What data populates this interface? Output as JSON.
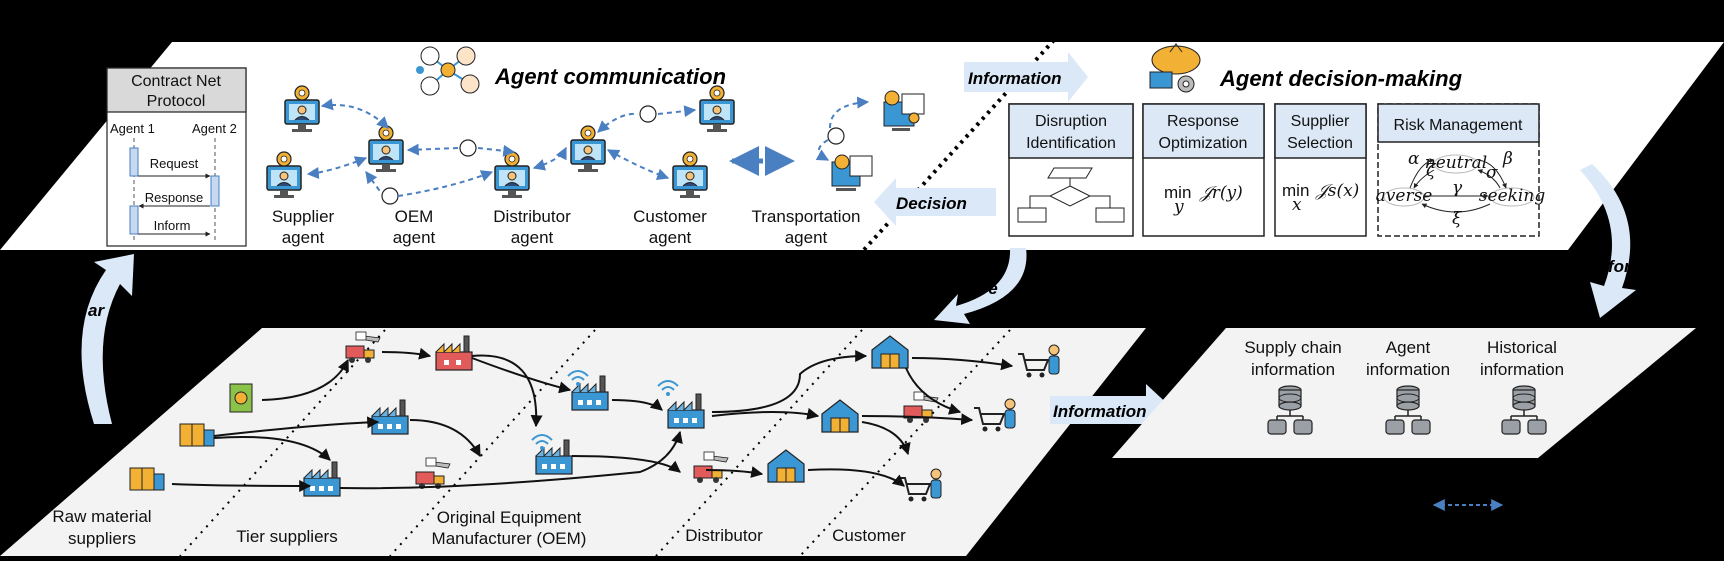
{
  "top_layer": {
    "contract_net": {
      "title_line1": "Contract Net",
      "title_line2": "Protocol",
      "agent1": "Agent 1",
      "agent2": "Agent 2",
      "messages": [
        "Request",
        "Response",
        "Inform"
      ]
    },
    "communication_title": "Agent communication",
    "decision_title": "Agent decision-making",
    "agents": [
      {
        "line1": "Supplier",
        "line2": "agent"
      },
      {
        "line1": "OEM",
        "line2": "agent"
      },
      {
        "line1": "Distributor",
        "line2": "agent"
      },
      {
        "line1": "Customer",
        "line2": "agent"
      },
      {
        "line1": "Transportation",
        "line2": "agent"
      }
    ],
    "info_arrow_label": "Information",
    "decision_arrow_label": "Decision",
    "modules": [
      {
        "line1": "Disruption",
        "line2": "Identification"
      },
      {
        "line1": "Response",
        "line2": "Optimization",
        "formula_min": "min",
        "formula_sub": "y",
        "formula_body": "𝒥r(y)"
      },
      {
        "line1": "Supplier",
        "line2": "Selection",
        "formula_min": "min",
        "formula_sub": "x",
        "formula_body": "𝒥s(x)"
      },
      {
        "line1": "Risk Management",
        "states": [
          "neutral",
          "averse",
          "seeking"
        ],
        "greek": [
          "α",
          "β",
          "ζ",
          "σ",
          "γ",
          "ξ"
        ]
      }
    ]
  },
  "bottom_layer": {
    "tiers": [
      {
        "line1": "Raw material",
        "line2": "suppliers"
      },
      {
        "line1": "Tier suppliers",
        "line2": ""
      },
      {
        "line1": "Original Equipment",
        "line2": "Manufacturer (OEM)"
      },
      {
        "line1": "Distributor",
        "line2": ""
      },
      {
        "line1": "Customer",
        "line2": ""
      }
    ],
    "info_arrow_label": "Information",
    "left_partial_label": "ar",
    "decision_partial_label": "De",
    "right_partial_label": "for"
  },
  "info_panel": {
    "items": [
      {
        "line1": "Supply chain",
        "line2": "information"
      },
      {
        "line1": "Agent",
        "line2": "information"
      },
      {
        "line1": "Historical",
        "line2": "information"
      }
    ]
  },
  "colors": {
    "accent_blue": "#4a7fc1",
    "arrow_fill": "#dae8f7",
    "panel_bg": "#ffffff",
    "lower_bg": "#f3f3f3",
    "box_header": "#dce8f5"
  }
}
